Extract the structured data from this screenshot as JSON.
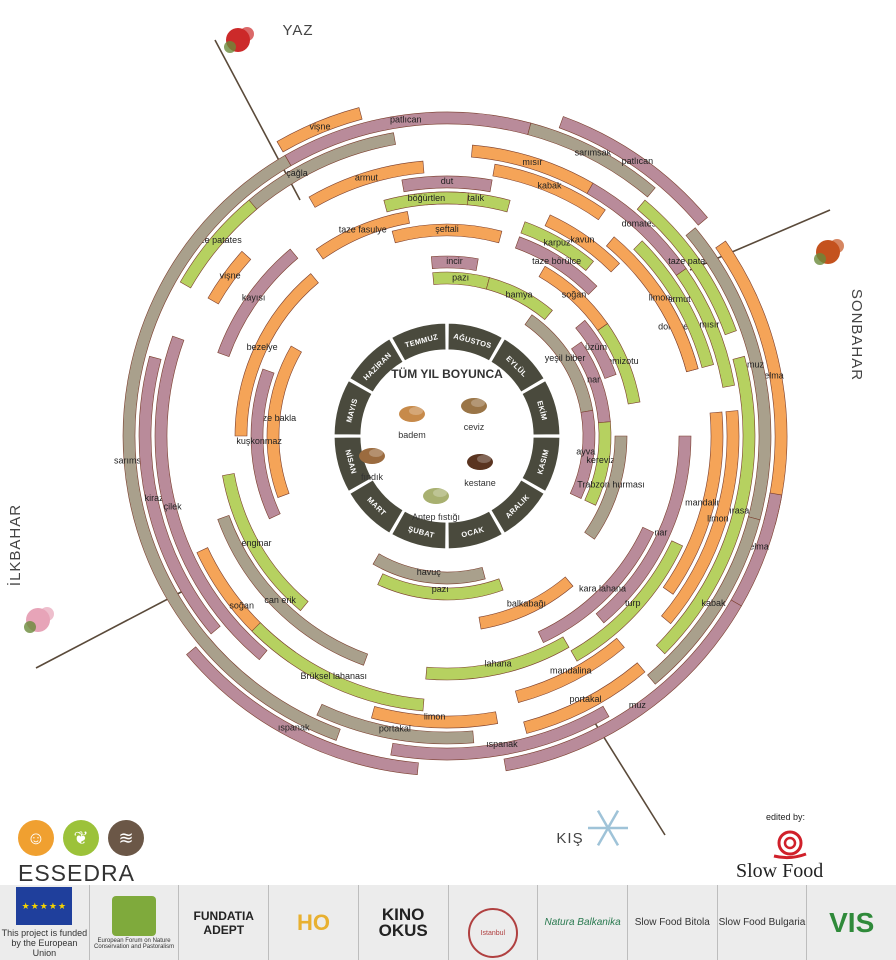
{
  "center": {
    "title": "TÜM YIL BOYUNCA",
    "nuts": [
      {
        "label": "badem",
        "icon": "almond-icon"
      },
      {
        "label": "ceviz",
        "icon": "walnut-icon"
      },
      {
        "label": "fındık",
        "icon": "hazelnut-icon"
      },
      {
        "label": "kestane",
        "icon": "chestnut-icon"
      },
      {
        "label": "Antep fıstığı",
        "icon": "pistachio-icon"
      }
    ]
  },
  "months": [
    "TEMMUZ",
    "AĞUSTOS",
    "EYLÜL",
    "EKİM",
    "KASIM",
    "ARALIK",
    "OCAK",
    "ŞUBAT",
    "MART",
    "NİSAN",
    "MAYIS",
    "HAZİRAN"
  ],
  "seasons": [
    {
      "label": "YAZ",
      "icon": "poppy-wheat-icon"
    },
    {
      "label": "SONBAHAR",
      "icon": "autumn-leaf-icon"
    },
    {
      "label": "KIŞ",
      "icon": "snowflake-icon"
    },
    {
      "label": "İLKBAHAR",
      "icon": "blossom-icon"
    }
  ],
  "colors": {
    "orange": "#f5a458",
    "green": "#b6d160",
    "mauve": "#b98b9a",
    "tan": "#a9a08c",
    "ring": "#4a4a3d",
    "outline": "#7a3d2c"
  },
  "crops": [
    {
      "label": "vişne"
    },
    {
      "label": "patlıcan"
    },
    {
      "label": "sarımsak"
    },
    {
      "label": "patlıcan"
    },
    {
      "label": "çağla"
    },
    {
      "label": "mısır"
    },
    {
      "label": "taze patates"
    },
    {
      "label": "vişne"
    },
    {
      "label": "armut"
    },
    {
      "label": "dut"
    },
    {
      "label": "kabak"
    },
    {
      "label": "domates"
    },
    {
      "label": "taze patates"
    },
    {
      "label": "salatalık"
    },
    {
      "label": "böğürtlen"
    },
    {
      "label": "kavun"
    },
    {
      "label": "karpuz"
    },
    {
      "label": "domates"
    },
    {
      "label": "armut"
    },
    {
      "label": "mısır"
    },
    {
      "label": "elma"
    },
    {
      "label": "kayısı"
    },
    {
      "label": "taze fasulye"
    },
    {
      "label": "şeftali"
    },
    {
      "label": "taze börülce"
    },
    {
      "label": "soğan"
    },
    {
      "label": "limon"
    },
    {
      "label": "semizotu"
    },
    {
      "label": "incir"
    },
    {
      "label": "üzüm"
    },
    {
      "label": "pazı"
    },
    {
      "label": "bamya"
    },
    {
      "label": "nar"
    },
    {
      "label": "yeşil biber"
    },
    {
      "label": "muz"
    },
    {
      "label": "sarımsak"
    },
    {
      "label": "kiraz"
    },
    {
      "label": "çilek"
    },
    {
      "label": "soğan"
    },
    {
      "label": "bezelye"
    },
    {
      "label": "taze bakla"
    },
    {
      "label": "kuşkonmaz"
    },
    {
      "label": "enginar"
    },
    {
      "label": "can erik"
    },
    {
      "label": "pırasa"
    },
    {
      "label": "elma"
    },
    {
      "label": "ayva"
    },
    {
      "label": "kabak"
    },
    {
      "label": "mandalina"
    },
    {
      "label": "kereviz"
    },
    {
      "label": "Trabzon hurması"
    },
    {
      "label": "limon"
    },
    {
      "label": "nar"
    },
    {
      "label": "turp"
    },
    {
      "label": "kara lahana"
    },
    {
      "label": "muz"
    },
    {
      "label": "portakal"
    },
    {
      "label": "balkabağı"
    },
    {
      "label": "mandalina"
    },
    {
      "label": "lahana"
    },
    {
      "label": "ıspanak"
    },
    {
      "label": "pazı"
    },
    {
      "label": "havuç"
    },
    {
      "label": "limon"
    },
    {
      "label": "Brüksel lahanası"
    },
    {
      "label": "portakal"
    },
    {
      "label": "ıspanak"
    }
  ],
  "footer": {
    "essedra": "ESSEDRA",
    "edited_by": "edited by:",
    "slow_food": "Slow Food",
    "partners": [
      {
        "label": "This project is funded by the European Union",
        "icon": "eu-flag-icon"
      },
      {
        "label": "European Forum on Nature Conservation and Pastoralism",
        "icon": "efncp-icon"
      },
      {
        "label": "FUNDATIA ADEPT",
        "icon": "adept-icon"
      },
      {
        "label": "HO",
        "icon": "ho-logo-icon"
      },
      {
        "label": "KINO OKUS",
        "icon": "kino-okus-icon"
      },
      {
        "label": "Istanbul",
        "icon": "istanbul-seal-icon"
      },
      {
        "label": "Natura Balkanika",
        "icon": "natura-balkanika-icon"
      },
      {
        "label": "Slow Food Bitola",
        "icon": "slowfood-bitola-icon"
      },
      {
        "label": "Slow Food Bulgaria",
        "icon": "slowfood-bulgaria-icon"
      },
      {
        "label": "VIS",
        "icon": "vis-logo-icon"
      }
    ]
  }
}
